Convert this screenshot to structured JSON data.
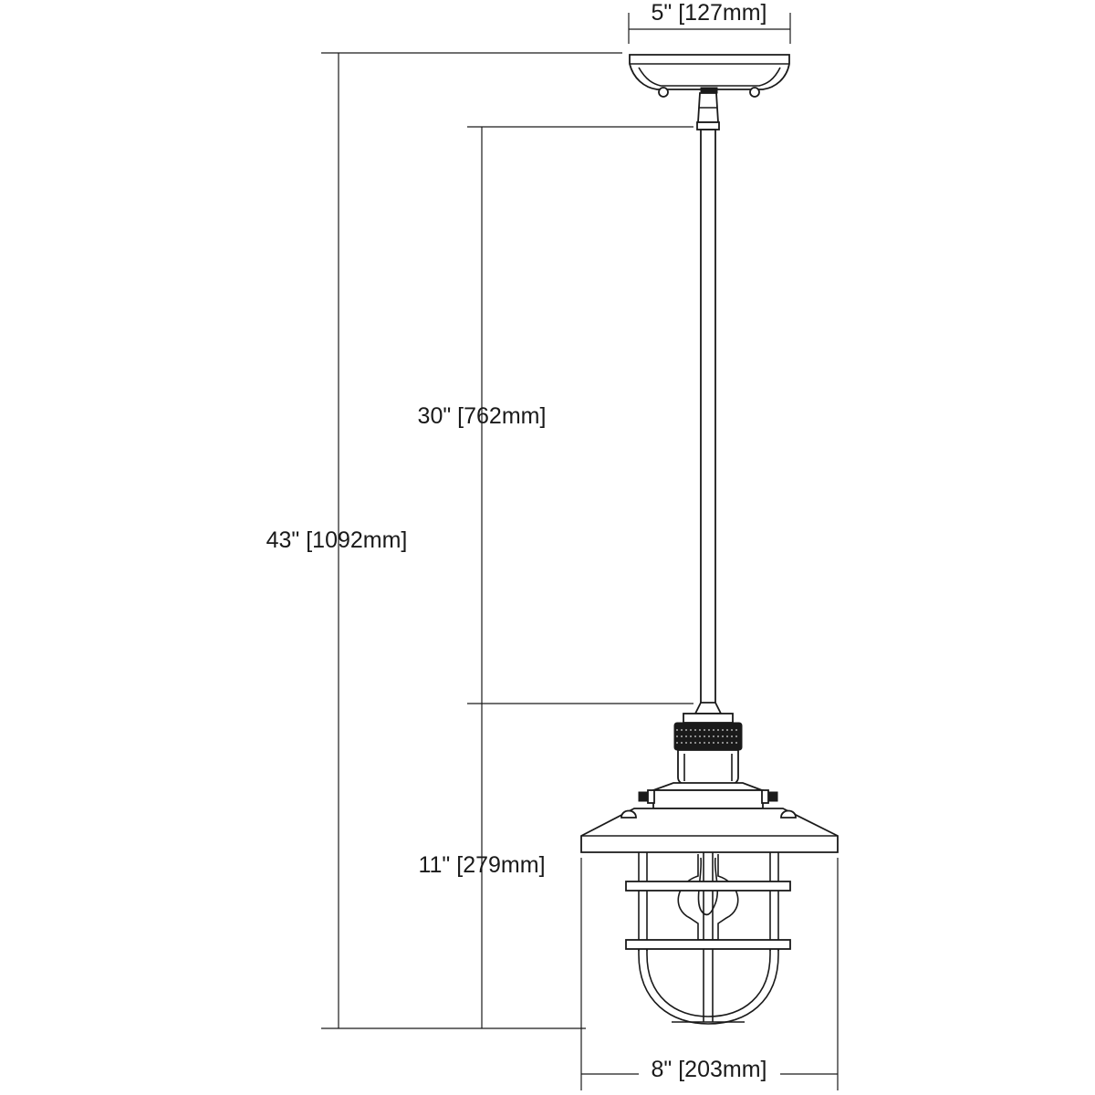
{
  "dimensions": {
    "canopy_width": "5\" [127mm]",
    "stem_length": "30\" [762mm]",
    "overall_height": "43\" [1092mm]",
    "fixture_height": "11\" [279mm]",
    "fixture_width": "8\" [203mm]"
  }
}
